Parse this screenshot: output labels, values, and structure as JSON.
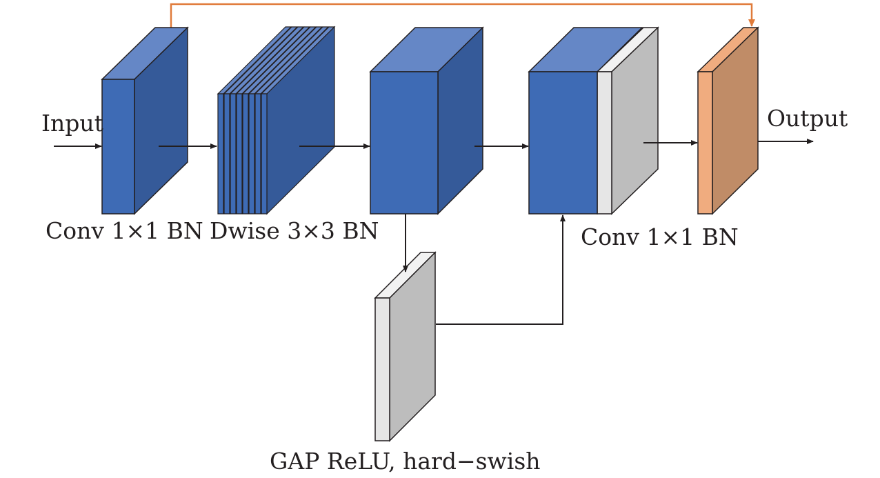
{
  "labels": {
    "input": "Input",
    "output": "Output",
    "conv1": "Conv 1×1 BN",
    "dwise": "Dwise 3×3 BN",
    "conv2": "Conv 1×1 BN",
    "se": "GAP ReLU, hard−swish"
  },
  "colors": {
    "block_front": "#3e6bb5",
    "block_top": "#6587c6",
    "block_side": "#355a99",
    "gray_front": "#e6e6e6",
    "gray_side": "#bdbdbd",
    "out_front": "#f0ac7f",
    "out_side": "#c08c67",
    "arrow": "#231f20",
    "skip_arrow": "#e07b3a",
    "outline": "#231f20"
  }
}
